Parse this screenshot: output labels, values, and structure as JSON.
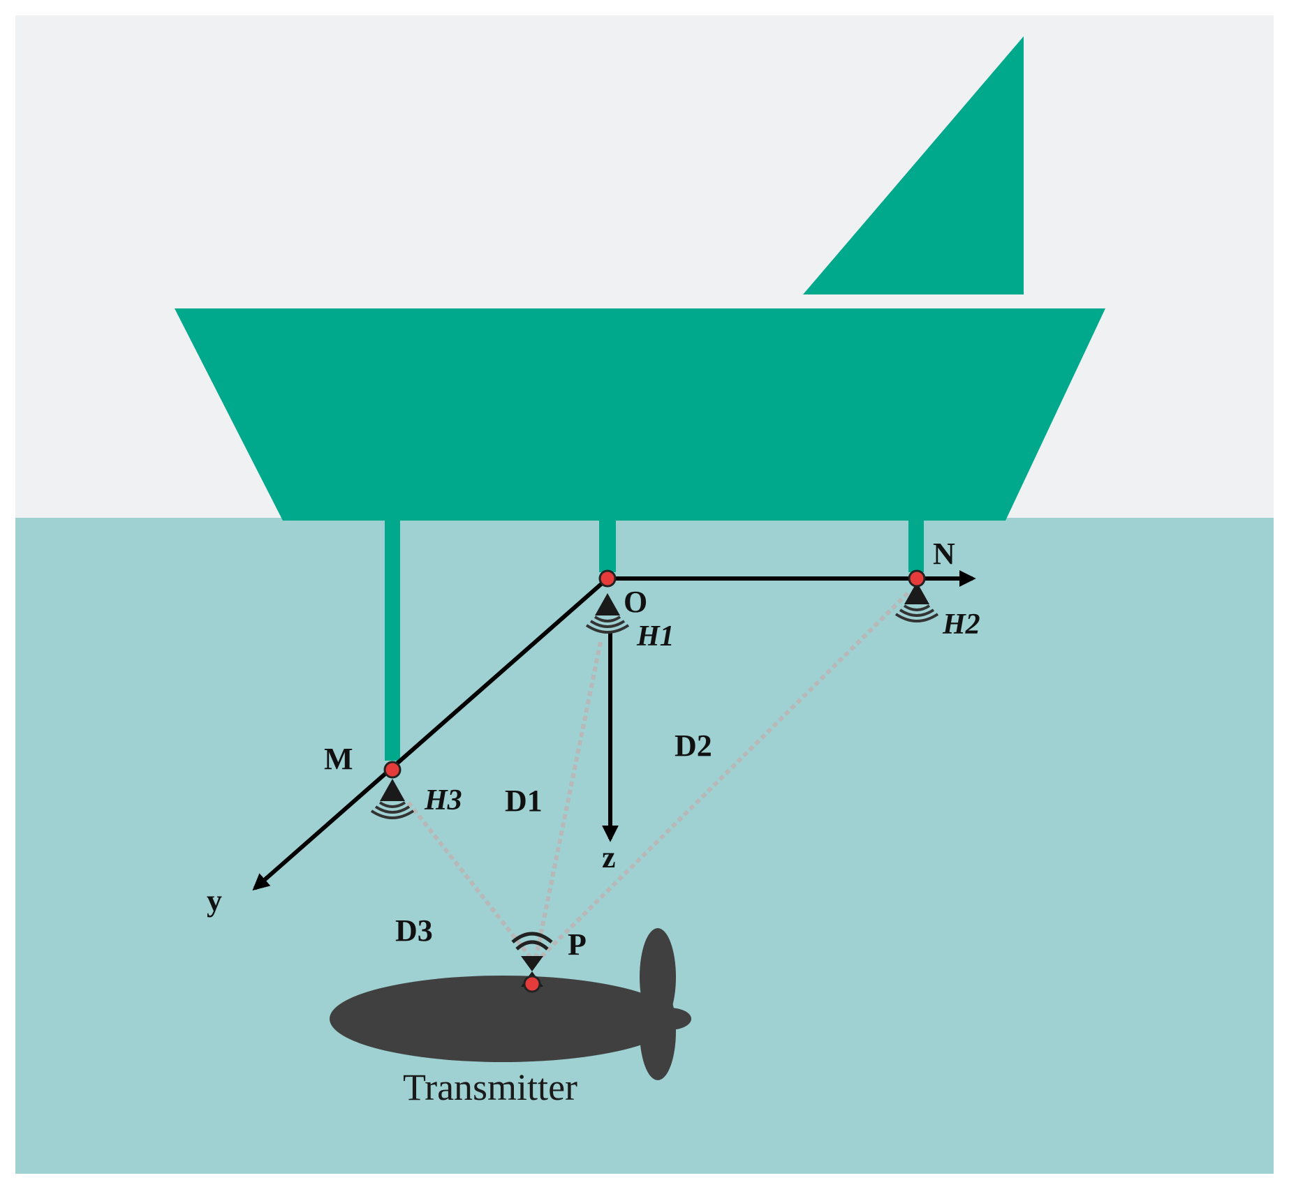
{
  "colors": {
    "sky": "#eff1f3",
    "water": "#9fd0d2",
    "ship": "#00a88c",
    "vehicle": "#404040",
    "axis": "#000000",
    "range_line": "#b8b8b8",
    "marker": "#e53b3b"
  },
  "points": {
    "origin": "O",
    "n_point": "N",
    "m_point": "M",
    "p_point": "P"
  },
  "axes": {
    "y_label": "y",
    "z_label": "z"
  },
  "hydrophones": {
    "h1": "H1",
    "h2": "H2",
    "h3": "H3"
  },
  "distances": {
    "d1": "D1",
    "d2": "D2",
    "d3": "D3"
  },
  "vehicle": {
    "caption": "Transmitter"
  },
  "icons": [
    "hydrophone-icon",
    "transmitter-icon",
    "ship-icon",
    "sail-icon"
  ]
}
